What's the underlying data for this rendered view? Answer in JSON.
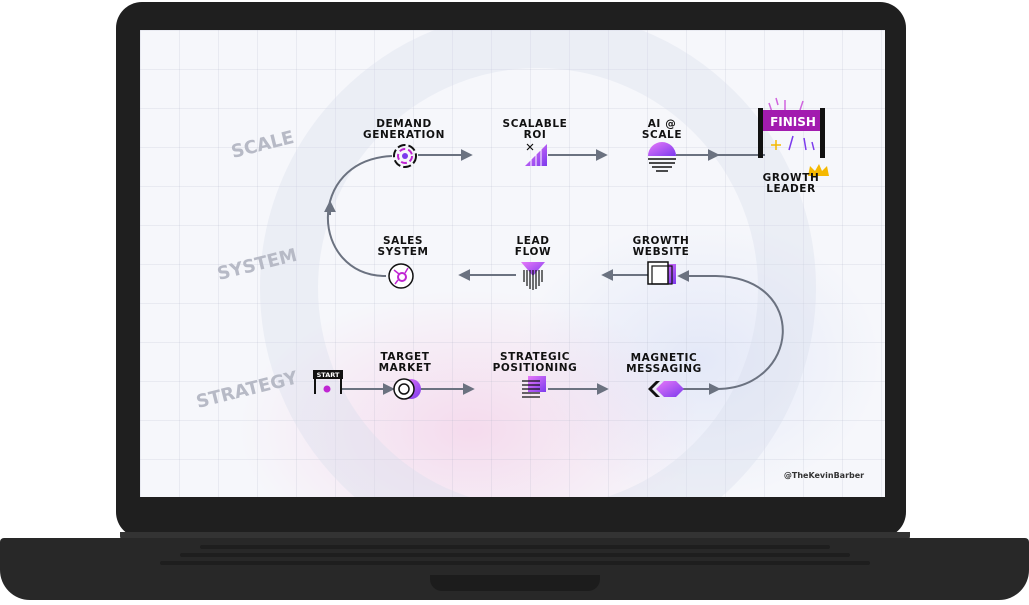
{
  "stages": {
    "scale": "SCALE",
    "system": "SYSTEM",
    "strategy": "STRATEGY"
  },
  "nodes": {
    "demand_generation": [
      "DEMAND",
      "GENERATION"
    ],
    "scalable_roi": [
      "SCALABLE",
      "ROI"
    ],
    "ai_scale": [
      "AI @",
      "SCALE"
    ],
    "sales_system": [
      "SALES",
      "SYSTEM"
    ],
    "lead_flow": [
      "LEAD",
      "FLOW"
    ],
    "growth_website": [
      "GROWTH",
      "WEBSITE"
    ],
    "target_market": [
      "TARGET",
      "MARKET"
    ],
    "strategic_positioning": [
      "STRATEGIC",
      "POSITIONING"
    ],
    "magnetic_messaging": [
      "MAGNETIC",
      "MESSAGING"
    ],
    "growth_leader": [
      "GROWTH",
      "LEADER"
    ]
  },
  "start_label": "START",
  "finish_label": "FINISH",
  "credit": "@TheKevinBarber",
  "colors": {
    "accent": "#c026d3",
    "accent_dark": "#7c3aed",
    "path": "#6b7280",
    "finish_bg": "#a21caf",
    "crown": "#f5b800"
  }
}
